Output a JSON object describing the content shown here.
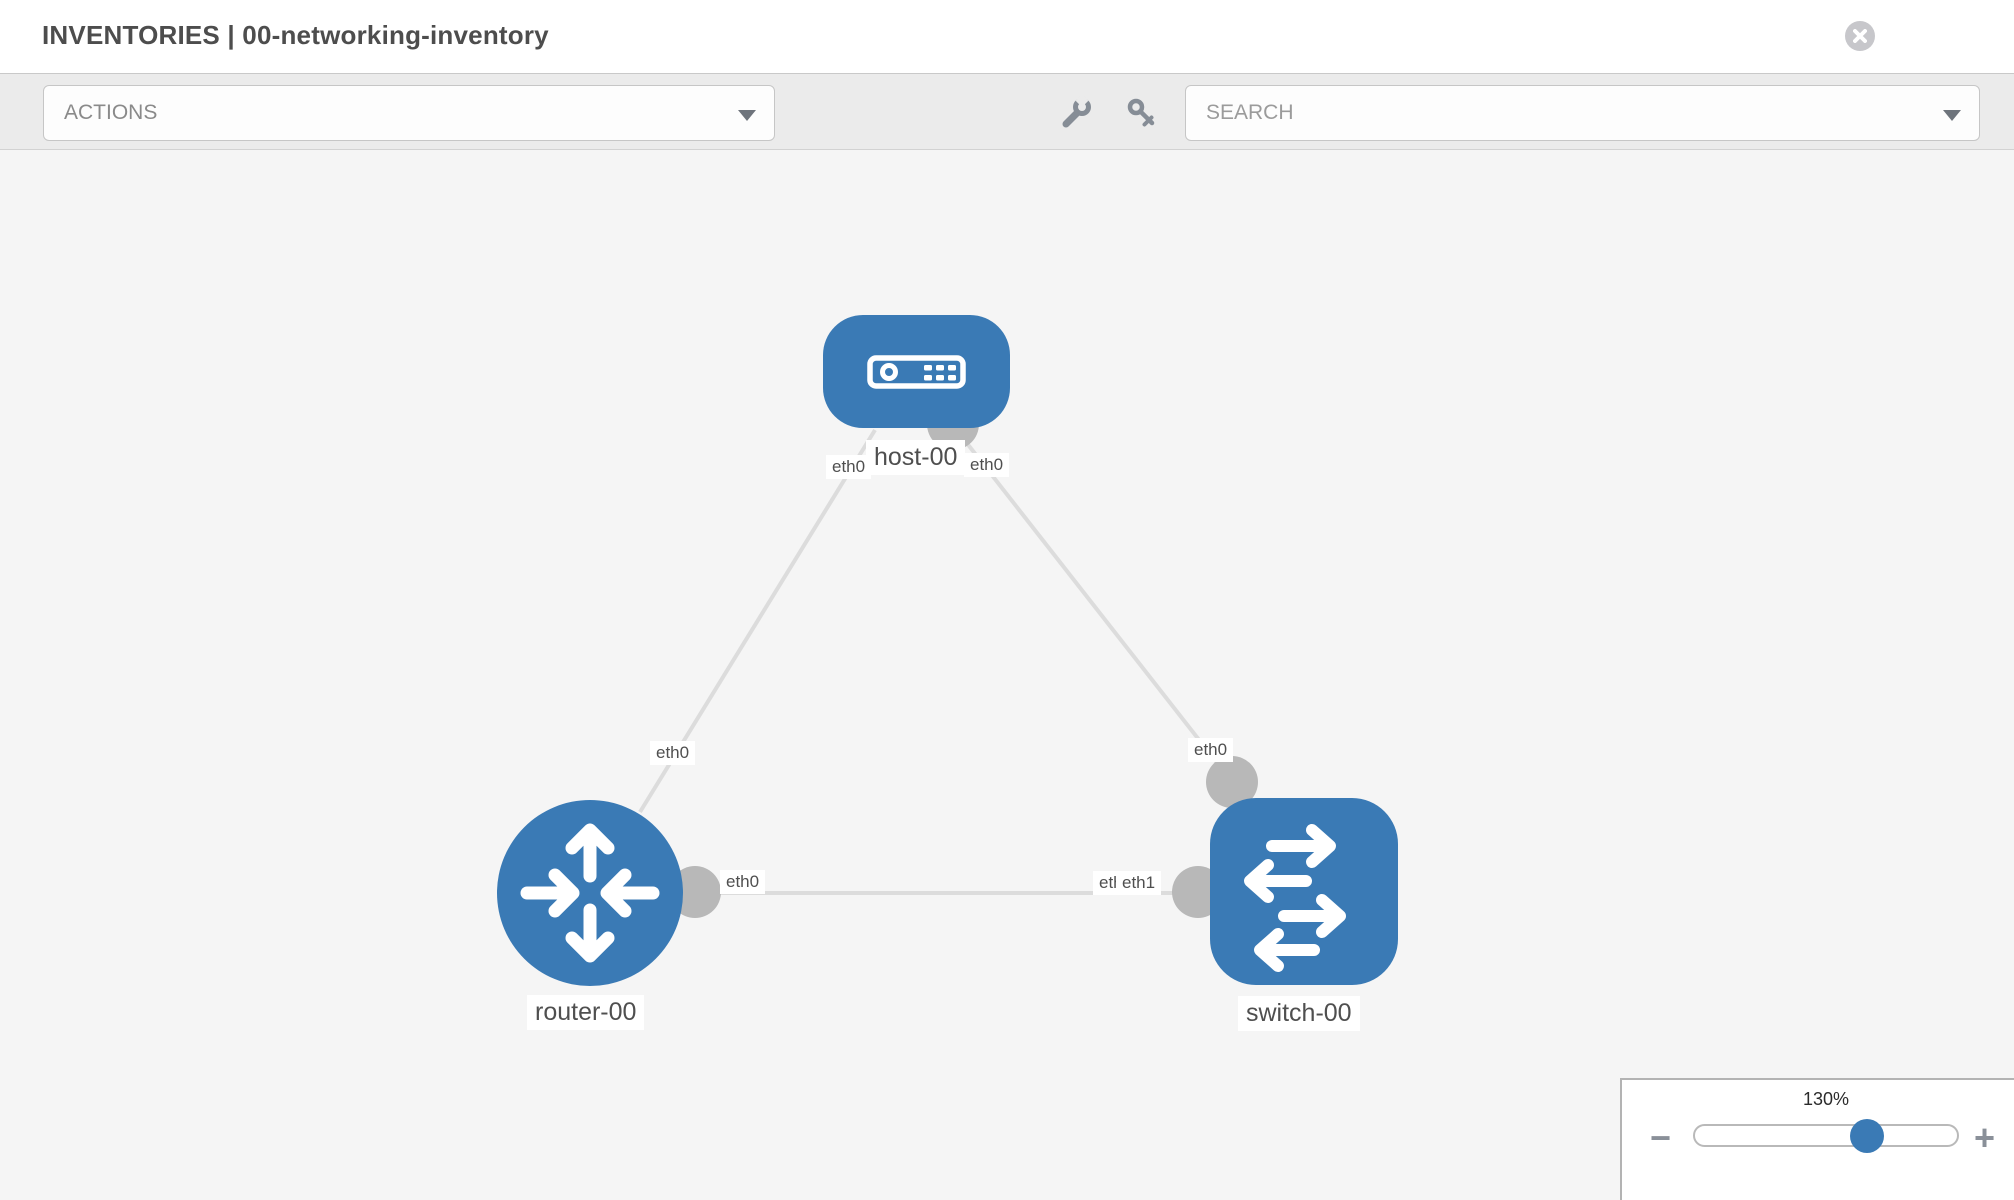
{
  "header": {
    "title": "INVENTORIES | 00-networking-inventory"
  },
  "toolbar": {
    "actions_label": "ACTIONS",
    "search_placeholder": "SEARCH"
  },
  "topology": {
    "nodes": [
      {
        "label": "host-00",
        "type": "host",
        "icon": "server-icon"
      },
      {
        "label": "router-00",
        "type": "router",
        "icon": "router-arrows-icon"
      },
      {
        "label": "switch-00",
        "type": "switch",
        "icon": "switch-arrows-icon"
      }
    ],
    "links": [
      {
        "from": "host-00",
        "to": "router-00",
        "from_label": "eth0",
        "to_label": "eth0"
      },
      {
        "from": "host-00",
        "to": "switch-00",
        "from_label": "eth0",
        "to_label": "eth0"
      },
      {
        "from": "router-00",
        "to": "switch-00",
        "from_label": "eth0",
        "to_label": "eth1",
        "to_label_overlapped": "eth1"
      }
    ],
    "colors": {
      "node_blue": "#3a7ab5",
      "link_gray": "#dcdcdc",
      "connector_gray": "#b8b8b8"
    }
  },
  "zoom_control": {
    "value": "130%",
    "minus_label": "−",
    "plus_label": "+"
  }
}
